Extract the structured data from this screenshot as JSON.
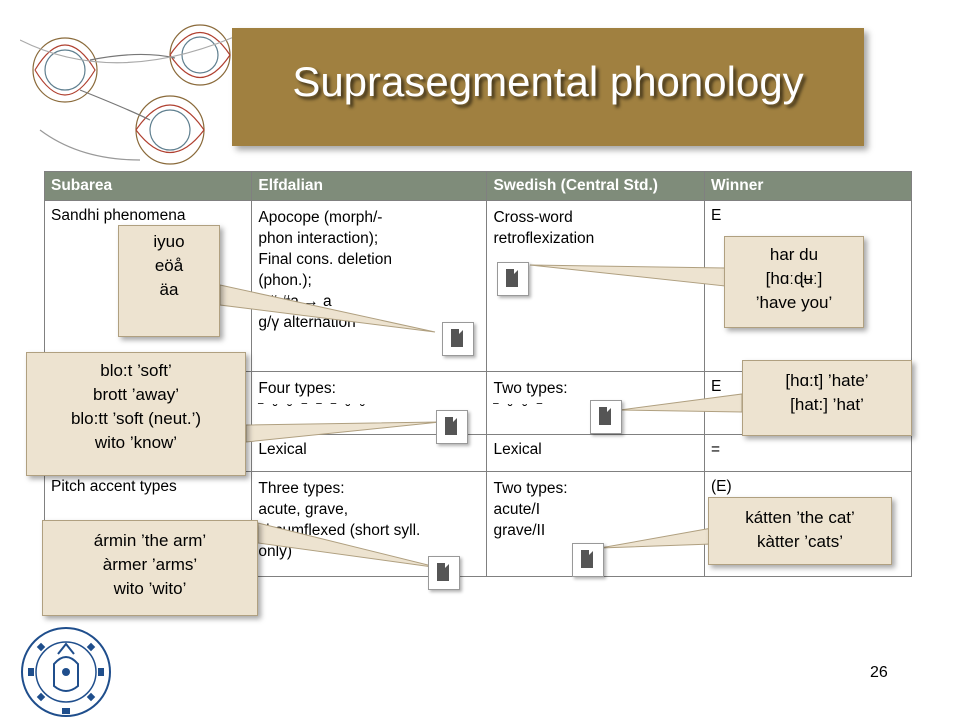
{
  "title": "Suprasegmental phonology",
  "table": {
    "headers": [
      "Subarea",
      "Elfdalian",
      "Swedish (Central Std.)",
      "Winner"
    ],
    "rows": [
      {
        "subarea": "Sandhi phenomena",
        "elfdalian": [
          "Apocope (morph/-",
          "phon interaction);",
          "Final cons. deletion",
          "(phon.);",
          "V# #a → a",
          "g/γ alternation"
        ],
        "swedish": [
          "Cross-word",
          "retroflexization"
        ],
        "winner": "E"
      },
      {
        "subarea": "",
        "elfdalian": [
          "Four types:",
          "‾ ˘ ˘ ‾ ‾ ‾ ˘ ˘"
        ],
        "swedish": [
          "Two types:",
          "‾ ˘ ˘ ‾"
        ],
        "winner": "E"
      },
      {
        "subarea": "",
        "elfdalian": [
          "Lexical"
        ],
        "swedish": [
          "Lexical"
        ],
        "winner": "="
      },
      {
        "subarea": "Pitch accent types",
        "elfdalian": [
          "Three types:",
          "acute, grave,",
          "circumflexed (short syll.",
          "only)"
        ],
        "swedish": [
          "Two types:",
          "acute/I",
          "grave/II"
        ],
        "winner": "(E)"
      }
    ]
  },
  "callouts": {
    "vowels": [
      "iyuo",
      "eöå",
      "äa"
    ],
    "har_du": [
      "har du",
      "[hɑːɖʉː]",
      "’have you’"
    ],
    "blot": [
      "blo:t ’soft’",
      "brott ’away’",
      "blo:tt ’soft (neut.’)",
      "wito ’know’"
    ],
    "hate": [
      "[hɑ:t] ’hate’",
      "[hat:] ’hat’"
    ],
    "armin": [
      "ármin ’the arm’",
      "àrmer ’arms’",
      "wito ’wito’"
    ],
    "katten": [
      "kátten ’the cat’",
      "kàtter ’cats’"
    ]
  },
  "page_number": "26"
}
